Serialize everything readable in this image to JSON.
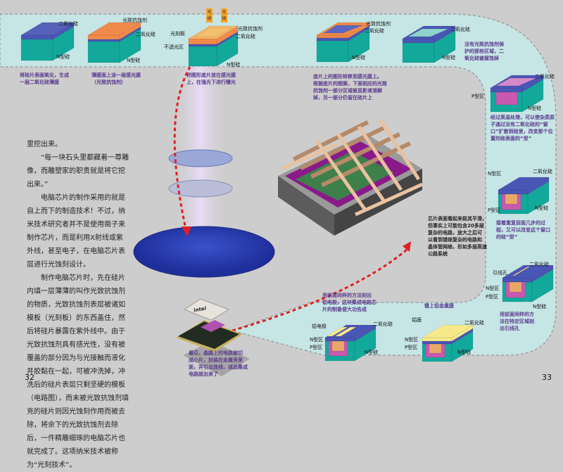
{
  "colors": {
    "background": "#cdcdcd",
    "band": "#c6e5e5",
    "oxide": "#4a56b5",
    "nsilicon": "#12a89a",
    "resist": "#f08a4a",
    "pregion": "#c858b0",
    "aluminium": "#f6e98a",
    "wafer": "#2b3fb5",
    "arrow": "#e02020",
    "caption": "#5a3a8e"
  },
  "steps": [
    {
      "labels": [
        "二氧化硅",
        "N型硅"
      ],
      "caption": [
        "将硅片表面氧化，生成",
        "一层二氧化硅薄膜"
      ]
    },
    {
      "labels": [
        "光致抗蚀剂",
        "二氧化硅",
        "N型硅"
      ],
      "caption": [
        "薄膜面上涂一层感光膜",
        "（光致抗蚀剂）"
      ]
    },
    {
      "light": [
        "光线",
        "光线"
      ],
      "labels": [
        "光致抗蚀剂",
        "光刻板",
        "二氧化硅",
        "不透光区",
        "N型硅"
      ],
      "caption": [
        "把图形底片放在感光膜",
        "上，在强光下进行曝光"
      ]
    },
    {
      "labels": [
        "光致抗蚀剂",
        "二氧化硅",
        "N型硅"
      ],
      "caption": [
        "底片上的图形转移到感光膜上。",
        "根据底片的图案，下面相应的光致",
        "抗蚀剂一部分区域被显影液溶解",
        "掉，另一部分仍留在硅片上"
      ]
    },
    {
      "labels": [
        "二氧化硅",
        "N型硅"
      ],
      "caption": [
        "没有光致抗蚀剂保",
        "护的那些区域，二",
        "氧化硅被腐蚀掉"
      ]
    },
    {
      "labels": [
        "二氧化硅",
        "P型区",
        "N型硅"
      ],
      "caption": [
        "经过高温处理，可以使杂质原",
        "子通过没有二氧化硅的“窗",
        "口”扩散到硅里，改变那个位",
        "置的硅表面的“型”"
      ]
    },
    {
      "labels": [
        "N型区",
        "二氧化硅",
        "P型区",
        "N型硅"
      ],
      "caption": [
        "接着重复前面几步的过",
        "程，又可以改变这个窗口",
        "的硅“型”"
      ]
    },
    {
      "labels": [
        "引线孔",
        "二氧化硅",
        "N型区",
        "P型区",
        "N型硅"
      ],
      "caption": [
        "用前面同样的方",
        "法在特定区域刻",
        "出引线孔"
      ]
    },
    {
      "labels": [
        "铝膜",
        "二氧化硅",
        "N型区",
        "P型区",
        "N型硅"
      ],
      "caption": [
        "镀上铝金属膜"
      ]
    },
    {
      "labels": [
        "铝电极",
        "二氧化硅",
        "N型区",
        "P型区",
        "N型硅"
      ],
      "caption": [
        "用前面同样的方法刻出",
        "铝电极，这块集成电路芯",
        "片的制备便大功告成"
      ]
    }
  ],
  "circuit_caption": [
    "芯片表面看起来极其平滑，",
    "但事实上可能包含20多层",
    "复杂的电路，放大之后可",
    "以看到错综复杂的电路和",
    "晶体管网络，形如多层高速",
    "公路系统"
  ],
  "chip_caption": [
    "最后，晶圆上的电路被切",
    "成小片，封装在金属壳里",
    "面，并引出连线，成品集成",
    "电路就出来了"
  ],
  "chip_logo": "intel",
  "body": [
    "里挖出来。",
    "“每一块石头里都藏着一尊雕像，而雕塑家的职责就是将它挖出来。”",
    "电脑芯片的制作采用的就是自上而下的制造技术！不过，纳米技术研究者并不是使用凿子来制作芯片，而是利用X射线或紫外线，甚至电子，在电脑芯片表层进行光蚀刻设计。",
    "制作电脑芯片时，先在硅片内填一层薄薄的叫作光致抗蚀剂的物质，光致抗蚀剂表层被诸如模板（光刻板）的东西盖住，然后将硅片暴露在紫外线中。由于光致抗蚀剂具有感光性，没有被覆盖的部分因为与光接触而液化并胶黏在一起，可被冲洗掉，冲洗后的硅片表层只剩坚硬的模板（电路图），而未被光致抗蚀剂填充的硅片则因光蚀刻作用而被去除，将余下的光致抗蚀剂去除后，一件精雕细琢的电脑芯片也就完成了。这项纳米技术被称为“光刻技术”。"
  ],
  "page_numbers": {
    "left": "32",
    "right": "33"
  }
}
